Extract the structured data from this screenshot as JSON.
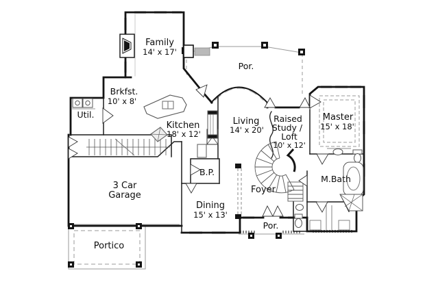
{
  "meta": {
    "type": "architectural-floor-plan",
    "colors": {
      "wall": "#141414",
      "interior_wall": "#2a2a2a",
      "window": "#a9a9a9",
      "fixture": "#555555",
      "porch_outline": "#999999",
      "background": "#ffffff"
    }
  },
  "rooms": {
    "family": {
      "name": "Family",
      "dims": "14' x 17'"
    },
    "brkfst": {
      "name": "Brkfst.",
      "dims": "10' x 8'"
    },
    "util": {
      "name": "Util."
    },
    "kitchen": {
      "name": "Kitchen",
      "dims": "18' x 12'"
    },
    "porch_top": {
      "name": "Por."
    },
    "living": {
      "name": "Living",
      "dims": "14' x 20'"
    },
    "study": {
      "name_line1": "Raised",
      "name_line2": "Study /",
      "name_line3": "Loft",
      "dims": "10' x 12'"
    },
    "master": {
      "name": "Master",
      "dims": "15' x 18'"
    },
    "mbath": {
      "name": "M.Bath"
    },
    "garage": {
      "name_line1": "3 Car",
      "name_line2": "Garage"
    },
    "dining": {
      "name": "Dining",
      "dims": "15' x 13'"
    },
    "foyer": {
      "name": "Foyer"
    },
    "bp": {
      "name": "B.P."
    },
    "porch_bottom": {
      "name": "Por."
    },
    "portico": {
      "name": "Portico"
    }
  }
}
